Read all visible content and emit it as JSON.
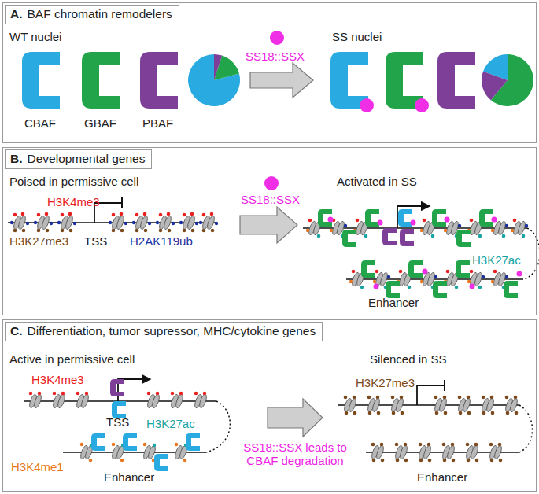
{
  "diagram": {
    "nodes": [
      {
        "text": [
          "A.",
          "BAF chromatin remodelers"
        ]
      },
      {
        "text": [
          "B.",
          "Developmental genes"
        ]
      },
      {
        "text": [
          "C.",
          "Differentiation, tumor supressor, MHC/cytokine genes"
        ]
      }
    ],
    "labels": [
      "WT nuclei",
      "SS18::SSX",
      "SS nuclei",
      "CBAF",
      "GBAF",
      "PBAF",
      "Poised in permissive cell",
      "Activated in SS",
      "H3K4me3",
      "H3K27me3",
      "TSS",
      "H2AK119ub",
      "SS18::SSX",
      "H3K27ac",
      "Enhancer",
      "Active in permissive cell",
      "Silenced in SS",
      "H3K4me3",
      "TSS",
      "H3K27ac",
      "H3K4me1",
      "Enhancer",
      "SS18::SSX leads to CBAF degradation",
      "H3K27me3",
      "Enhancer"
    ]
  }
}
